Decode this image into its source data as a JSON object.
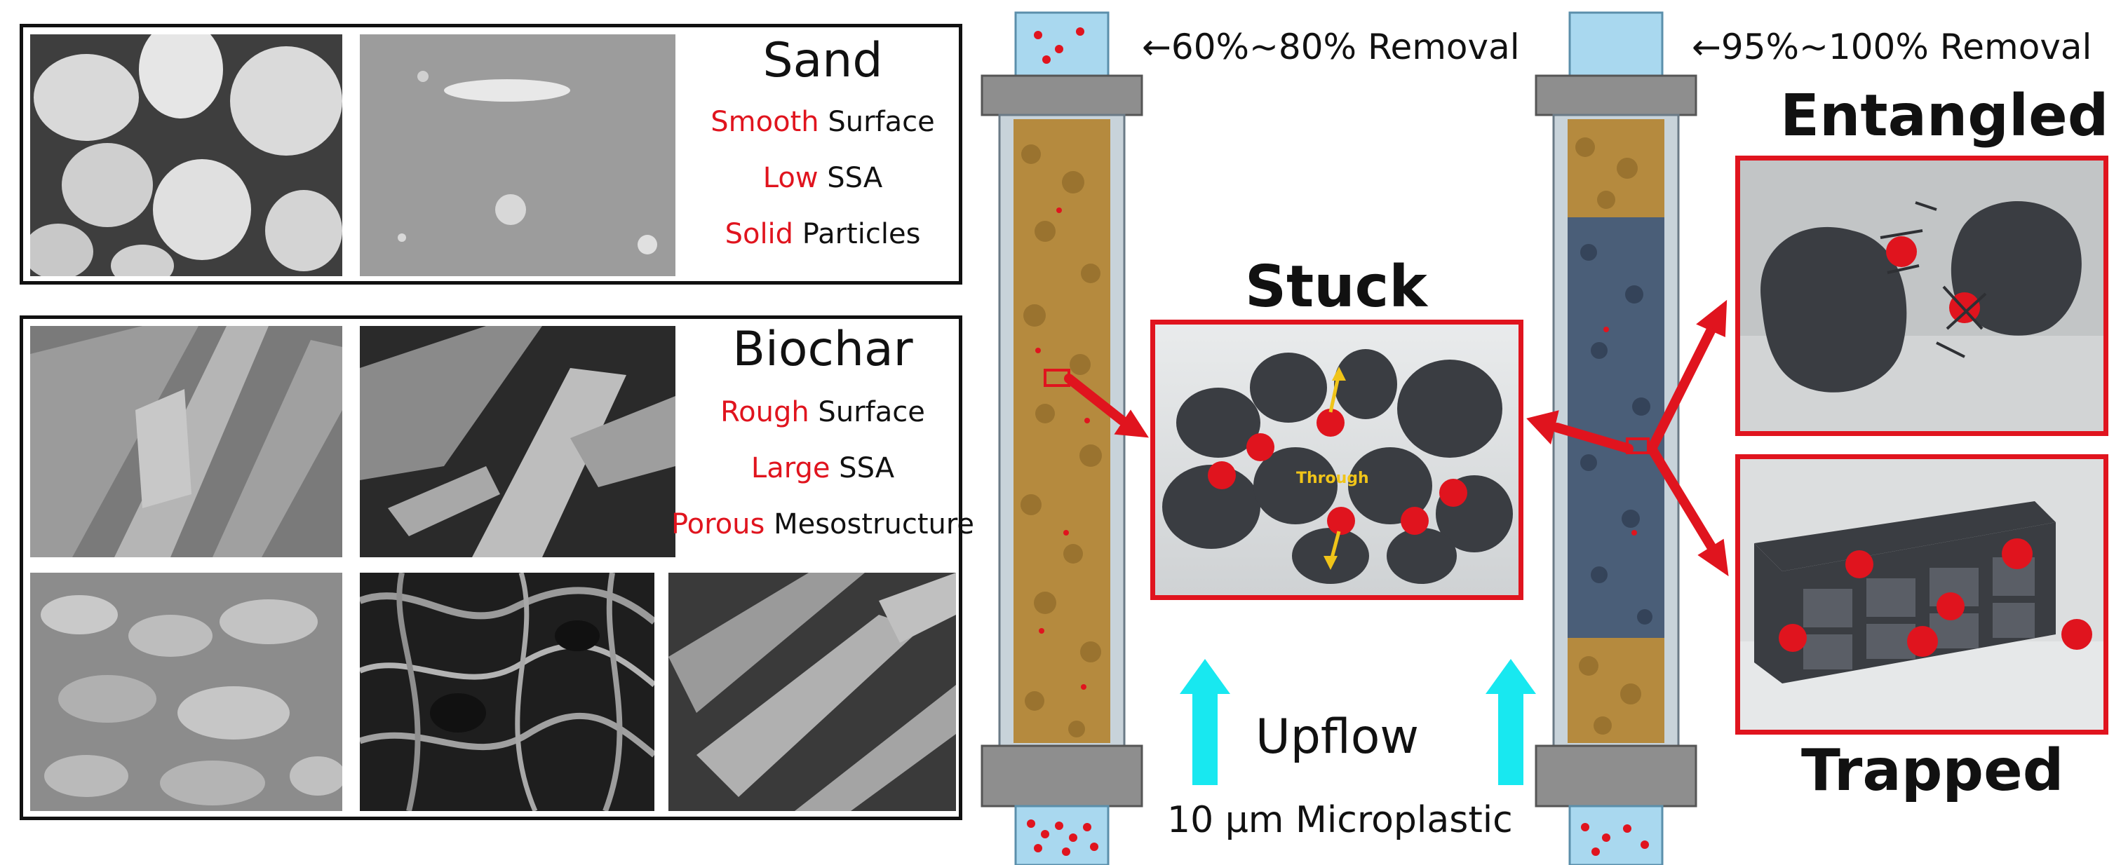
{
  "sand": {
    "title": "Sand",
    "props": [
      {
        "hl": "Smooth",
        "rest": " Surface"
      },
      {
        "hl": "Low",
        "rest": " SSA"
      },
      {
        "hl": "Solid",
        "rest": " Particles"
      }
    ]
  },
  "biochar": {
    "title": "Biochar",
    "props": [
      {
        "hl": "Rough",
        "rest": " Surface"
      },
      {
        "hl": "Large",
        "rest": " SSA"
      },
      {
        "hl": "Porous",
        "rest": " Mesostructure"
      }
    ]
  },
  "column_sand": {
    "removal": "←60%~80% Removal"
  },
  "column_biochar": {
    "removal": "←95%~100% Removal"
  },
  "mechanisms": {
    "stuck": "Stuck",
    "through": "Through",
    "entangled": "Entangled",
    "trapped": "Trapped"
  },
  "flow": {
    "upflow": "Upflow",
    "microplastic": "10 μm Microplastic"
  },
  "colors": {
    "highlight": "#e0141e",
    "arrow_red": "#e0141e",
    "arrow_cyan": "#18e8f0",
    "sand_fill": "#b58a3e",
    "biochar_fill": "#4a5e78",
    "particle_dark": "#3a3d42",
    "microplastic": "#e0141e"
  }
}
